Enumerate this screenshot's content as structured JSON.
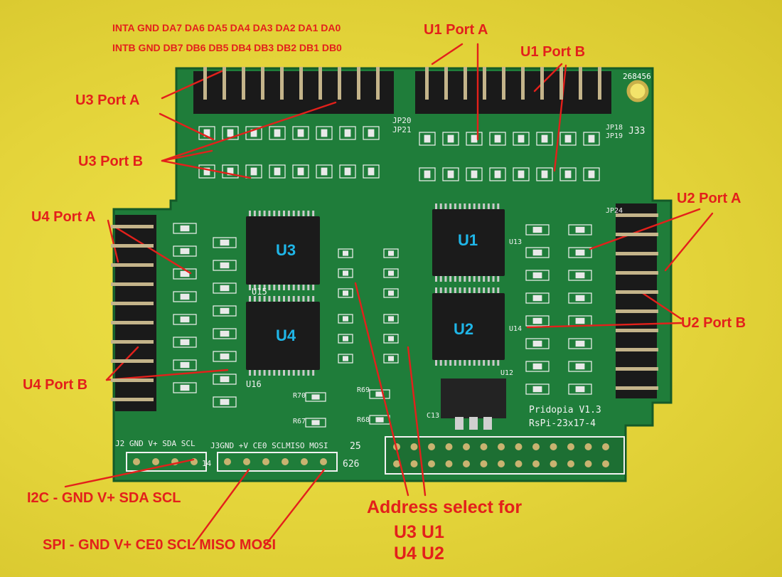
{
  "header_lines": {
    "port_a_pins": "INTA GND DA7 DA6 DA5 DA4 DA3 DA2 DA1 DA0",
    "port_b_pins": "INTB GND DB7 DB6 DB5 DB4 DB3 DB2 DB1 DB0"
  },
  "annotations": {
    "u1_port_a": "U1 Port A",
    "u1_port_b": "U1 Port B",
    "u3_port_a": "U3 Port  A",
    "u3_port_b": "U3 Port B",
    "u4_port_a": "U4 Port A",
    "u4_port_b": "U4 Port B",
    "u2_port_a": "U2 Port A",
    "u2_port_b": "U2 Port B",
    "i2c": "I2C - GND V+ SDA SCL",
    "spi": "SPI - GND V+ CE0 SCL MISO MOSI",
    "address_select": "Address select for",
    "addr_row1": "U3  U1",
    "addr_row2": "U4  U2"
  },
  "chips": {
    "u1": "U1",
    "u2": "U2",
    "u3": "U3",
    "u4": "U4"
  },
  "silkscreen": {
    "board_id": "268456",
    "version": "Pridopia V1.3",
    "model": "RsPi-23x17-4",
    "j2_pins": "J2 GND V+  SDA SCL",
    "j3_pins": "J3GND +V CE0 SCLMISO MOSI",
    "pin25": "25",
    "pin26": "626",
    "pin14": "14",
    "jp20": "JP20",
    "jp21": "JP21",
    "jp18": "JP18",
    "jp19": "JP19",
    "j33": "J33",
    "jp24": "JP24",
    "u15": "U15",
    "u16": "U16",
    "u13": "U13",
    "u14": "U14",
    "u12": "U12",
    "c13": "C13",
    "r70": "R70",
    "r67": "R67",
    "r69": "R69",
    "r68": "R68"
  },
  "colors": {
    "background": "#e6d63c",
    "pcb": "#1f7d3a",
    "annotation": "#e3201b",
    "chip_label": "#1fb6e8"
  }
}
